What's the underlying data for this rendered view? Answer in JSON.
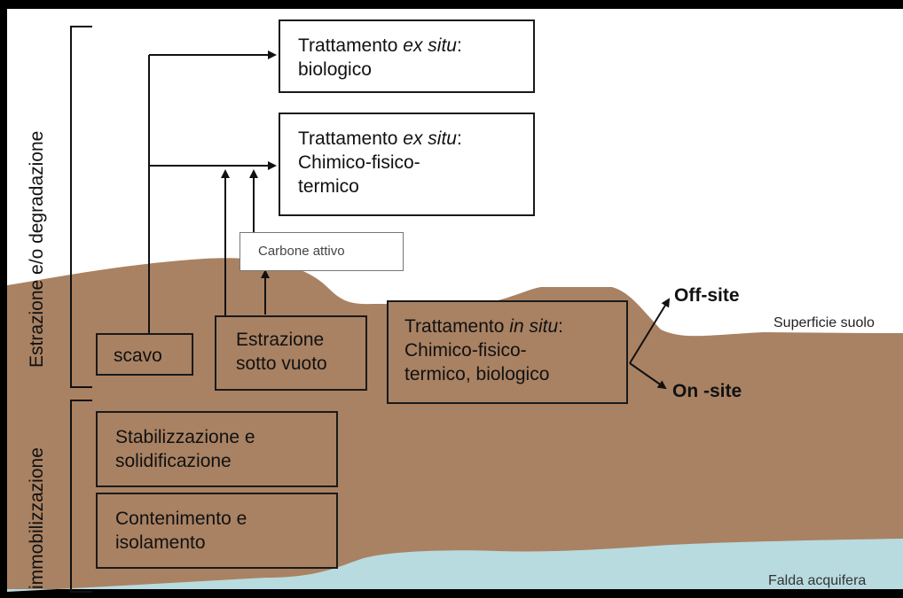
{
  "side_labels": {
    "extraction": "Estrazione e/o degradazione",
    "immobilization": "immobilizzazione"
  },
  "ex_situ_bio": {
    "line1_pre": "Trattamento ",
    "line1_em": "ex situ",
    "line1_post": ":",
    "line2": "biologico"
  },
  "ex_situ_chem": {
    "line1_pre": "Trattamento ",
    "line1_em": "ex situ",
    "line1_post": ":",
    "line2": "Chimico-fisico-",
    "line3": "termico"
  },
  "carbone": "Carbone attivo",
  "scavo": "scavo",
  "estrazione": {
    "line1": "Estrazione",
    "line2": "sotto vuoto"
  },
  "in_situ": {
    "line1_pre": "Trattamento ",
    "line1_em": "in situ",
    "line1_post": ":",
    "line2": "Chimico-fisico-",
    "line3": "termico, biologico"
  },
  "off_site": "Off-site",
  "on_site": "On -site",
  "superficie": "Superficie suolo",
  "stabilizzazione": {
    "line1": "Stabilizzazione e",
    "line2": "solidificazione"
  },
  "contenimento": {
    "line1": "Contenimento e",
    "line2": "isolamento"
  },
  "falda": "Falda acquifera",
  "colors": {
    "soil": "#a98263",
    "water": "#b8dbe0",
    "background": "#ffffff",
    "frame": "#000000",
    "line": "#1a1a1a"
  }
}
